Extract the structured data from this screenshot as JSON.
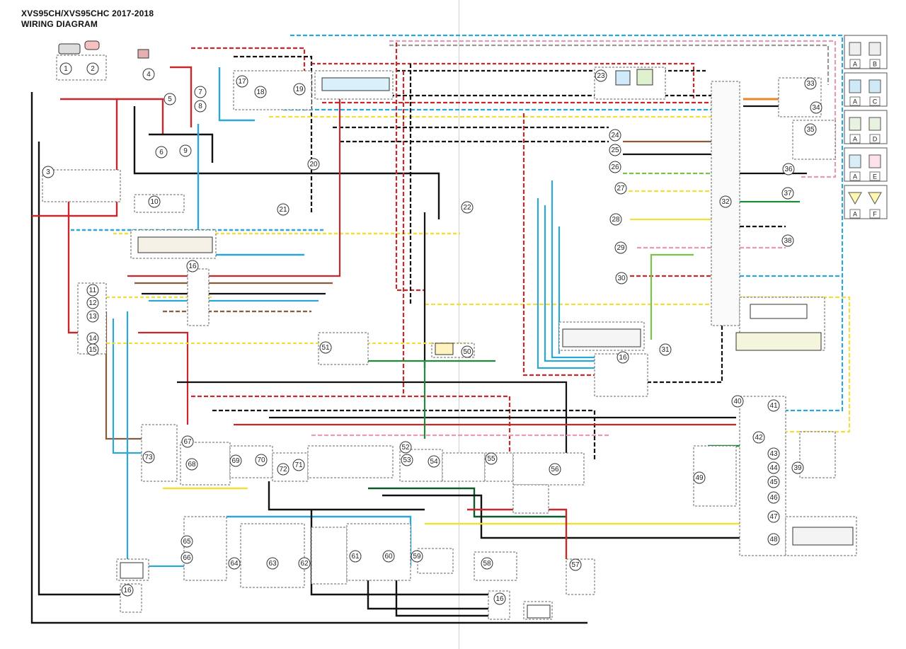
{
  "header": {
    "model": "XVS95CH/XVS95CHC 2017-2018",
    "subtitle": "WIRING DIAGRAM"
  },
  "components": [
    "1",
    "2",
    "3",
    "4",
    "5",
    "6",
    "7",
    "8",
    "9",
    "10",
    "11",
    "12",
    "13",
    "14",
    "15",
    "16",
    "17",
    "18",
    "19",
    "20",
    "21",
    "22",
    "23",
    "24",
    "25",
    "26",
    "27",
    "28",
    "29",
    "30",
    "31",
    "32",
    "33",
    "34",
    "35",
    "36",
    "37",
    "38",
    "39",
    "40",
    "41",
    "42",
    "43",
    "44",
    "45",
    "46",
    "47",
    "48",
    "49",
    "50",
    "51",
    "52",
    "53",
    "54",
    "55",
    "56",
    "57",
    "58",
    "59",
    "60",
    "61",
    "62",
    "63",
    "64",
    "65",
    "66",
    "67",
    "68",
    "69",
    "70",
    "71",
    "72",
    "73"
  ],
  "legend": [
    {
      "left": "A",
      "right": "B"
    },
    {
      "left": "A",
      "right": "C"
    },
    {
      "left": "A",
      "right": "D"
    },
    {
      "left": "A",
      "right": "E"
    },
    {
      "left": "A",
      "right": "F"
    }
  ],
  "colors": {
    "red": "#c8282a",
    "black": "#111111",
    "blue": "#2aa6d9",
    "brown": "#8a5a3a",
    "green": "#1f8a3a",
    "yellow": "#f2e03a",
    "orange": "#e8862a",
    "pink": "#e79ab8",
    "darkgreen": "#0f5a2a",
    "lightgreen": "#7cc04a",
    "gray": "#9a9a9a"
  }
}
